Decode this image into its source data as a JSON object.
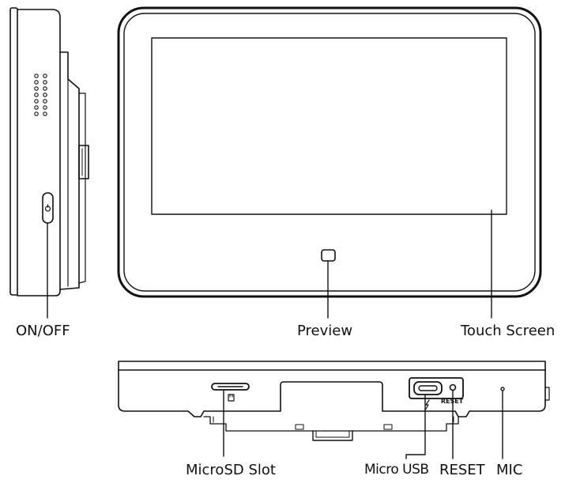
{
  "labels": {
    "on_off": "ON/OFF",
    "preview": "Preview",
    "touch_screen": "Touch Screen",
    "microsd_slot": "MicroSD Slot",
    "micro_usb": "Micro USB",
    "reset": "RESET",
    "mic": "MIC"
  },
  "markings": {
    "reset_print": "RESET"
  },
  "colors": {
    "stroke": "#111111",
    "background": "#ffffff"
  }
}
